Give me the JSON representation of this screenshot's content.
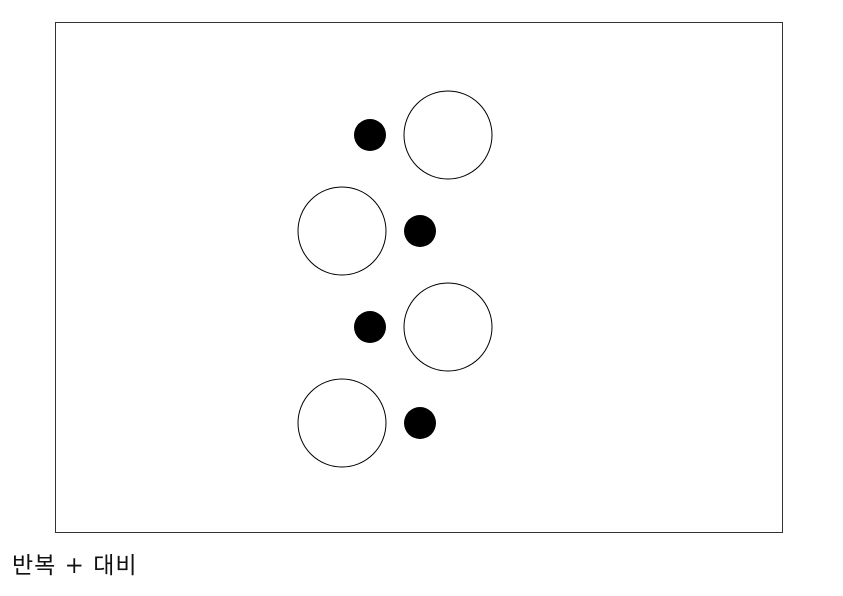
{
  "caption": "반복 + 대비",
  "pattern": {
    "rows": [
      {
        "filled_dot": "left",
        "open_circle": "right"
      },
      {
        "filled_dot": "right",
        "open_circle": "left"
      },
      {
        "filled_dot": "left",
        "open_circle": "right"
      },
      {
        "filled_dot": "right",
        "open_circle": "left"
      }
    ]
  },
  "colors": {
    "background": "#ffffff",
    "frame_border": "#333333",
    "filled_dot": "#000000",
    "open_circle_stroke": "#000000",
    "open_circle_fill": "#ffffff"
  }
}
